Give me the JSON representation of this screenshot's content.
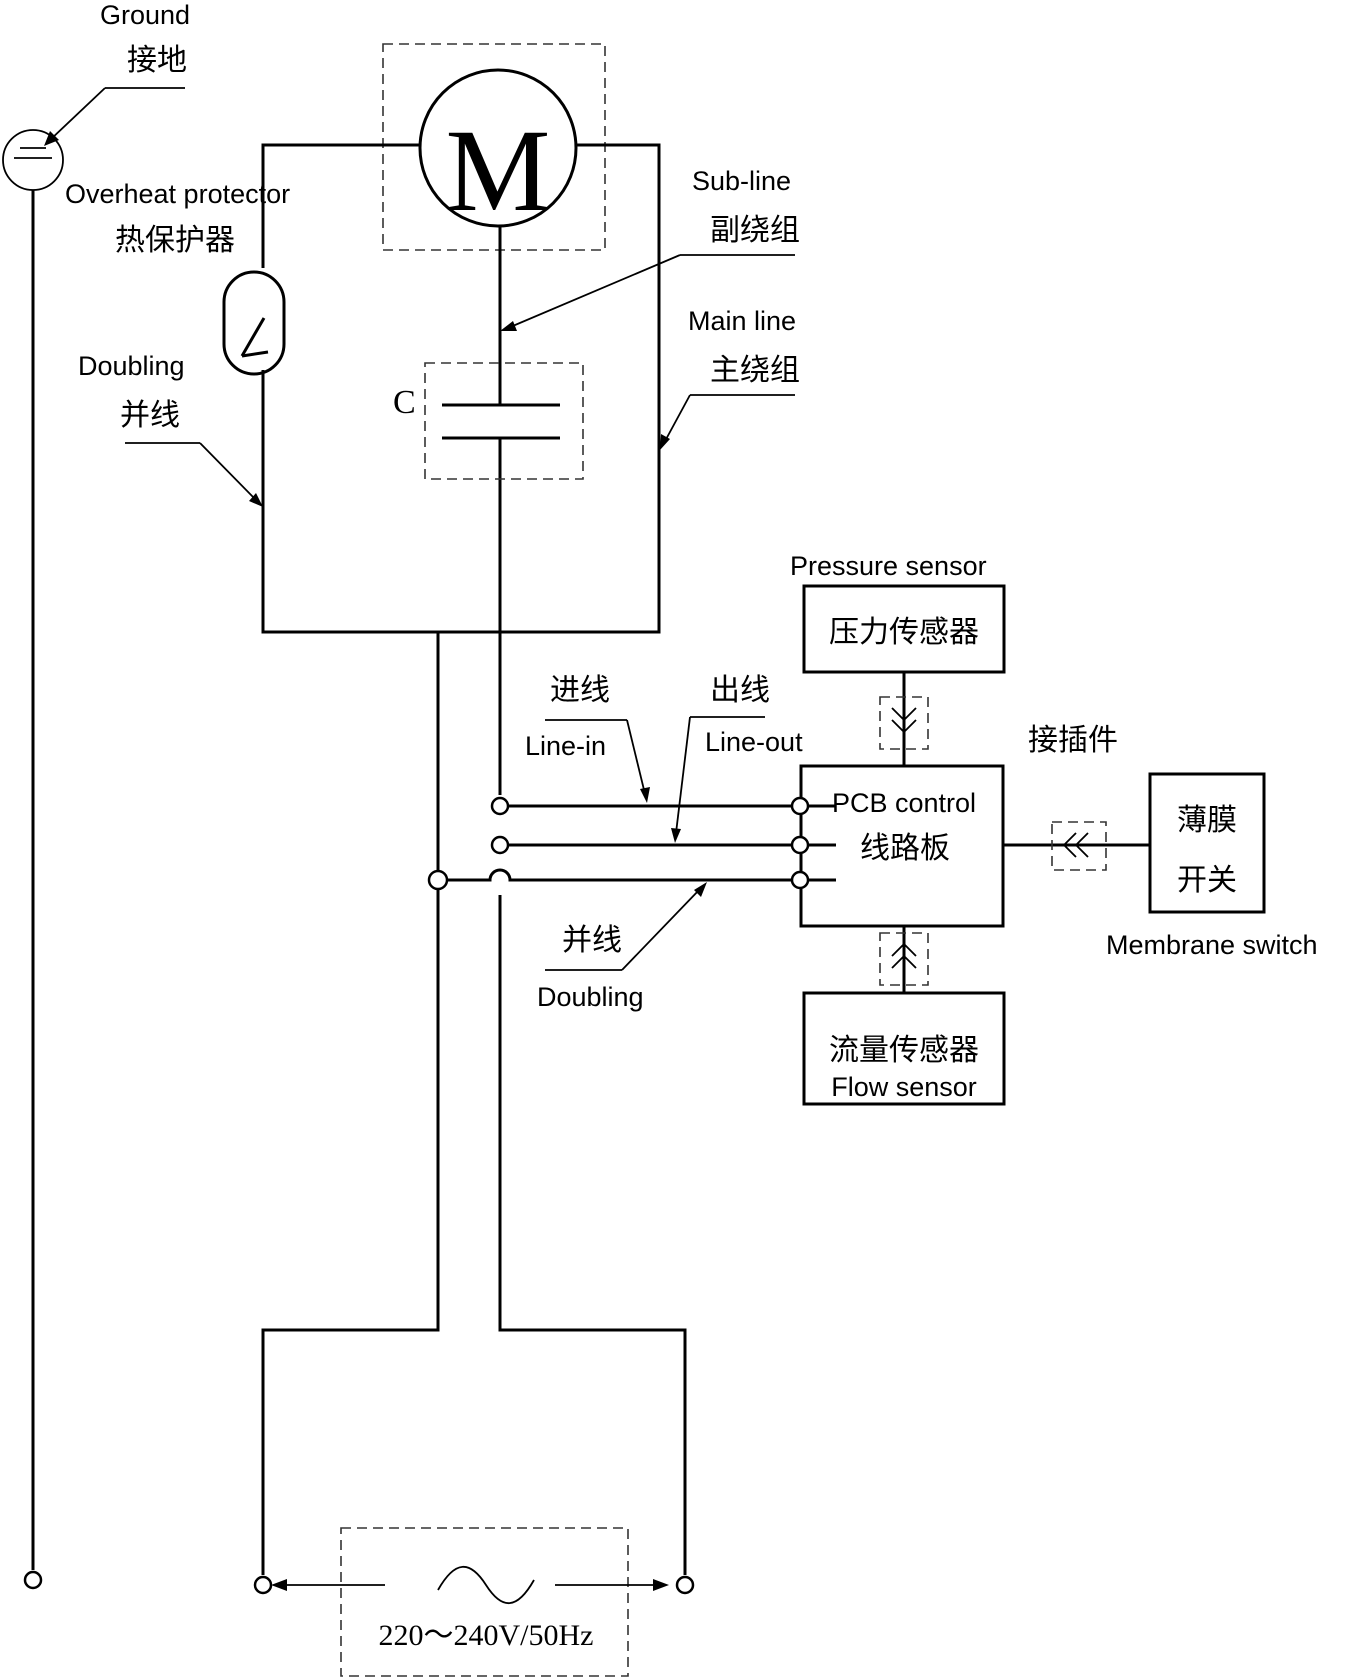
{
  "labels": {
    "ground_en": "Ground",
    "ground_cn": "接地",
    "overheat_en": "Overheat protector",
    "overheat_cn": "热保护器",
    "doubling_en": "Doubling",
    "doubling_cn": "并线",
    "motor": "M",
    "capacitor": "C",
    "subline_en": "Sub-line",
    "subline_cn": "副绕组",
    "mainline_en": "Main line",
    "mainline_cn": "主绕组",
    "pressure_en": "Pressure sensor",
    "pressure_cn": "压力传感器",
    "connector_cn": "接插件",
    "linein_cn": "进线",
    "linein_en": "Line-in",
    "lineout_cn": "出线",
    "lineout_en": "Line-out",
    "pcb_en": "PCB control",
    "pcb_cn": "线路板",
    "membrane_cn_1": "薄膜",
    "membrane_cn_2": "开关",
    "membrane_en": "Membrane switch",
    "doubling2_cn": "并线",
    "doubling2_en": "Doubling",
    "flow_cn": "流量传感器",
    "flow_en": "Flow sensor",
    "supply": "220～240V/50Hz"
  }
}
